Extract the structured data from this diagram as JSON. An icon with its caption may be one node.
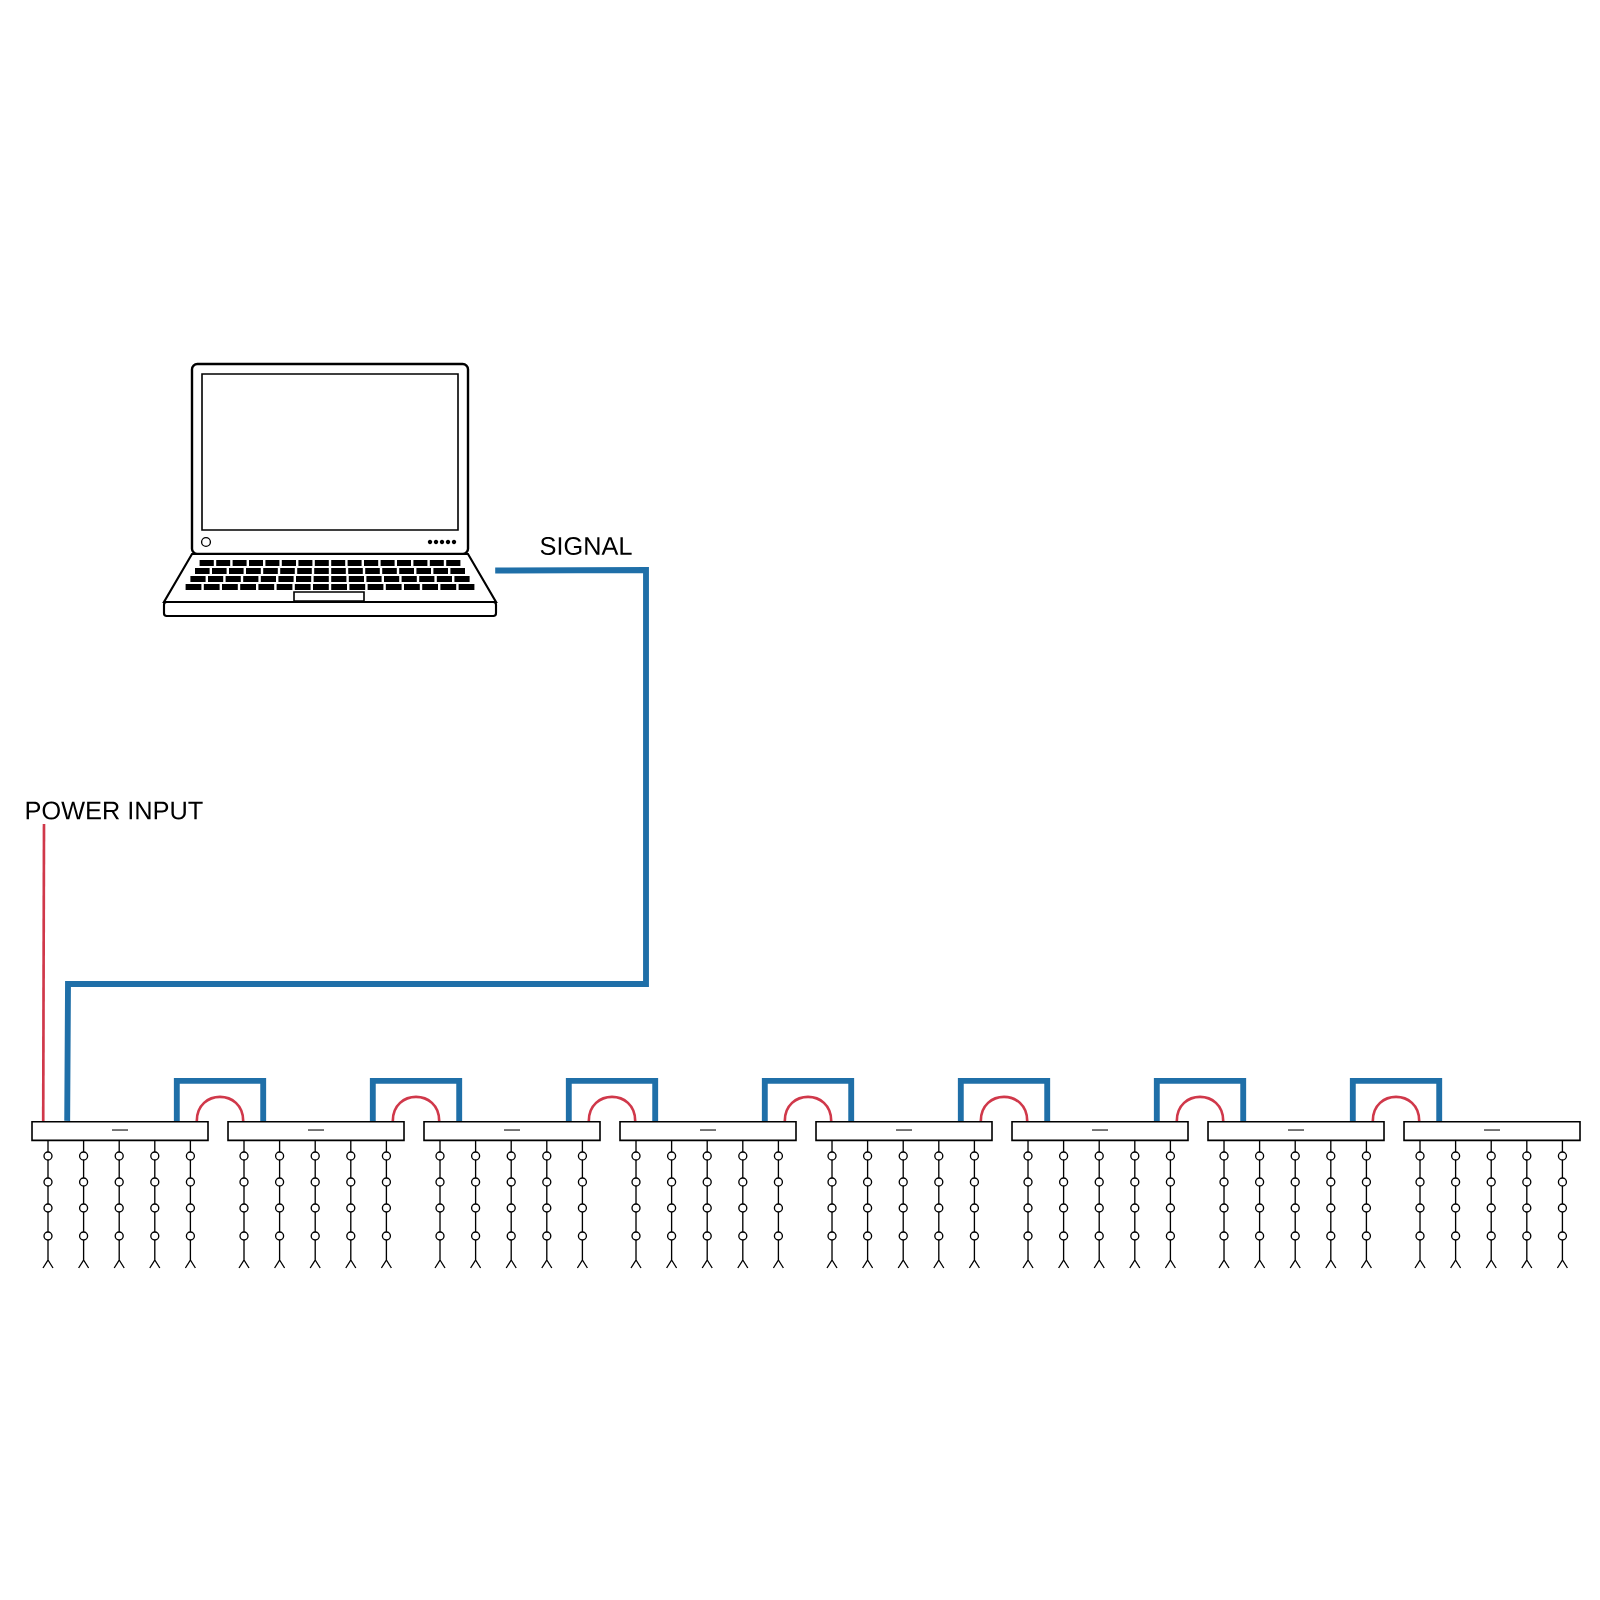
{
  "diagram": {
    "nodes": [
      {
        "text": [],
        "shape": "picture"
      },
      {
        "text": [
          "POWER INPUT"
        ]
      },
      {
        "text": [],
        "shape": "bar"
      },
      {
        "text": [],
        "shape": "bar"
      },
      {
        "text": [],
        "shape": "bar"
      },
      {
        "text": [],
        "shape": "bar"
      },
      {
        "text": [],
        "shape": "bar"
      },
      {
        "text": [],
        "shape": "bar"
      },
      {
        "text": [],
        "shape": "bar"
      },
      {
        "text": [],
        "shape": "bar"
      }
    ],
    "edges": [
      {
        "from": 0,
        "to": 2,
        "arrow": "none",
        "label": "SIGNAL",
        "style": "thick",
        "color": "#1f6fa8"
      },
      {
        "from": 1,
        "to": 2,
        "arrow": "none",
        "color": "#d0384a"
      },
      {
        "from": 2,
        "to": 3,
        "arrow": "none",
        "style": "thick",
        "color": "#1f6fa8"
      },
      {
        "from": 3,
        "to": 4,
        "arrow": "none",
        "style": "thick",
        "color": "#1f6fa8"
      },
      {
        "from": 4,
        "to": 5,
        "arrow": "none",
        "style": "thick",
        "color": "#1f6fa8"
      },
      {
        "from": 5,
        "to": 6,
        "arrow": "none",
        "style": "thick",
        "color": "#1f6fa8"
      },
      {
        "from": 6,
        "to": 7,
        "arrow": "none",
        "style": "thick",
        "color": "#1f6fa8"
      },
      {
        "from": 7,
        "to": 8,
        "arrow": "none",
        "style": "thick",
        "color": "#1f6fa8"
      },
      {
        "from": 8,
        "to": 9,
        "arrow": "none",
        "style": "thick",
        "color": "#1f6fa8"
      },
      {
        "from": 2,
        "to": 3,
        "arrow": "none",
        "color": "#d0384a"
      },
      {
        "from": 3,
        "to": 4,
        "arrow": "none",
        "color": "#d0384a"
      },
      {
        "from": 4,
        "to": 5,
        "arrow": "none",
        "color": "#d0384a"
      },
      {
        "from": 5,
        "to": 6,
        "arrow": "none",
        "color": "#d0384a"
      },
      {
        "from": 6,
        "to": 7,
        "arrow": "none",
        "color": "#d0384a"
      },
      {
        "from": 7,
        "to": 8,
        "arrow": "none",
        "color": "#d0384a"
      },
      {
        "from": 8,
        "to": 9,
        "arrow": "none",
        "color": "#d0384a"
      }
    ]
  }
}
